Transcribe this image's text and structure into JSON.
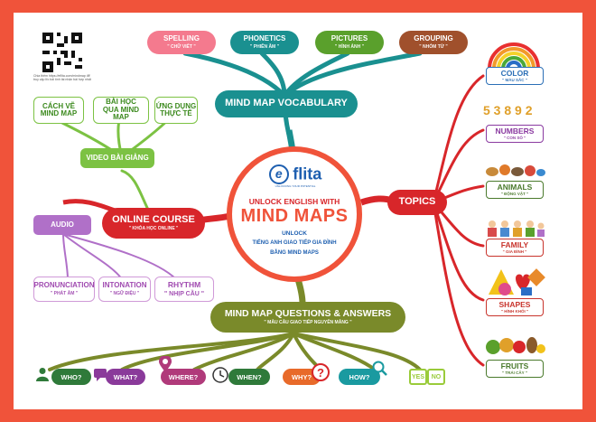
{
  "qr_caption": "Chia thêm https://eflita.com/mindmap để truy cập Ifo bài tính tài nhận bài hợp nhất",
  "center": {
    "brand": "flita",
    "brand_initial": "e",
    "brand_tagline": "UNLOCKING YOUR POTENTIAL",
    "headline": "UNLOCK ENGLISH WITH",
    "headline_big": "MIND MAPS",
    "line1": "UNLOCK",
    "line2": "TIẾNG ANH GIAO TIẾP GIA ĐÌNH",
    "line3": "BẰNG MIND MAPS"
  },
  "vocab": {
    "title": "MIND MAP VOCABULARY",
    "items": [
      {
        "label": "SPELLING",
        "sub": "\" CHỮ VIẾT \""
      },
      {
        "label": "PHONETICS",
        "sub": "\" PHIÊN ÂM \""
      },
      {
        "label": "PICTURES",
        "sub": "\" HÌNH ẢNH \""
      },
      {
        "label": "GROUPING",
        "sub": "\" NHÓM TỪ \""
      }
    ]
  },
  "course": {
    "title": "ONLINE COURSE",
    "sub": "\" KHÓA HỌC ONLINE \"",
    "video": "VIDEO BÀI GIẢNG",
    "video_items": [
      {
        "line1": "CÁCH VẼ",
        "line2": "MIND MAP"
      },
      {
        "line1": "BÀI HỌC",
        "line2": "QUA MIND MAP"
      },
      {
        "line1": "ỨNG DỤNG",
        "line2": "THỰC TẾ"
      }
    ],
    "audio": "AUDIO",
    "audio_items": [
      {
        "label": "PRONUNCIATION",
        "sub": "\" PHÁT ÂM \""
      },
      {
        "label": "INTONATION",
        "sub": "\" NGỮ ĐIỆU \""
      },
      {
        "label": "RHYTHM",
        "sub": "\" NHỊP CẦU \""
      }
    ]
  },
  "topics": {
    "title": "TOPICS",
    "items": [
      {
        "label": "COLOR",
        "sub": "\" MÀU SẮC \"",
        "color": "#2b6fb6"
      },
      {
        "label": "NUMBERS",
        "sub": "\" CON SỐ \"",
        "color": "#8a3aa0"
      },
      {
        "label": "ANIMALS",
        "sub": "\" ĐỘNG VẬT \"",
        "color": "#4a7a2c"
      },
      {
        "label": "FAMILY",
        "sub": "\" GIA ĐÌNH \"",
        "color": "#c8342c"
      },
      {
        "label": "SHAPES",
        "sub": "\" HÌNH KHỐI \"",
        "color": "#c8342c"
      },
      {
        "label": "FRUITS",
        "sub": "\" TRÁI CÂY \"",
        "color": "#4a7a2c"
      }
    ]
  },
  "numbers_art": "5 3 8 9 2",
  "qa": {
    "title": "MIND MAP QUESTIONS & ANSWERS",
    "sub": "\" MẪU CÂU GIAO TIẾP NGUYÊN MẪNG \"",
    "items": [
      {
        "label": "WHO?",
        "color": "#2f7a3a"
      },
      {
        "label": "WHAT?",
        "color": "#8a3a9a"
      },
      {
        "label": "WHERE?",
        "color": "#b03a7a"
      },
      {
        "label": "WHEN?",
        "color": "#2f7a3a"
      },
      {
        "label": "WHY?",
        "color": "#e86a2a"
      },
      {
        "label": "HOW?",
        "color": "#1a9aa0"
      },
      {
        "label": "YES",
        "color": "#9acb3a"
      },
      {
        "label": "NO",
        "color": "#9acb3a"
      }
    ],
    "why_mark": "?"
  },
  "colors": {
    "teal": "#1a9090",
    "red": "#d8262a",
    "green": "#5aa02c",
    "purple": "#9a3aa6",
    "pink": "#f47a8e",
    "lime": "#7cc243",
    "brown": "#a0502c",
    "olive": "#7a8a2a"
  }
}
